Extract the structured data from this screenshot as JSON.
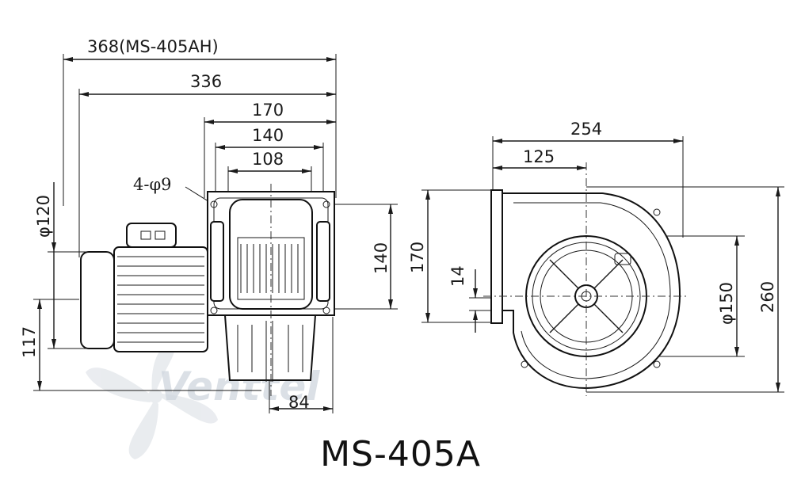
{
  "dimensions": {
    "overall_length_ah": "368(MS-405AH)",
    "overall_length": "336",
    "flange_outer": "170",
    "flange_mid": "140",
    "flange_inner": "108",
    "bolt_holes": "4-φ9",
    "motor_diameter": "φ120",
    "flange_height": "140",
    "shaft_height": "117",
    "outlet_depth": "84",
    "side_width": "254",
    "side_offset": "125",
    "side_height_left": "170",
    "side_small": "14",
    "inlet_diameter": "φ150",
    "side_height_total": "260"
  },
  "watermark": "Venttel",
  "model_name": "MS-405A"
}
